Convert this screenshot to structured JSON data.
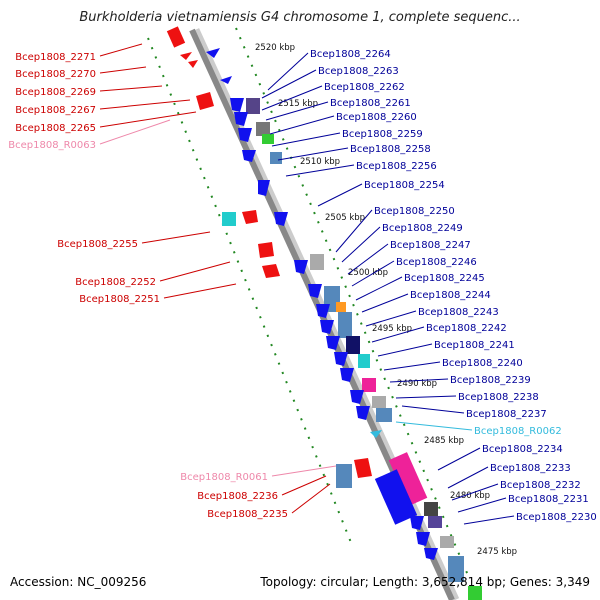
{
  "title": "Burkholderia vietnamiensis G4 chromosome 1, complete sequenc...",
  "footer": {
    "accession": "Accession: NC_009256",
    "summary": "Topology: circular; Length: 3,652,814 bp; Genes: 3,349"
  },
  "colors": {
    "forward_label": "#cc0000",
    "reverse_label": "#000099",
    "rna_forward_label": "#ee88aa",
    "rna_reverse_label": "#33bbdd",
    "backbone": "#888888",
    "tick": "#228822"
  },
  "kbp_marks": [
    "2520 kbp",
    "2515 kbp",
    "2510 kbp",
    "2505 kbp",
    "2500 kbp",
    "2495 kbp",
    "2490 kbp",
    "2485 kbp",
    "2480 kbp",
    "2475 kbp"
  ],
  "left_labels": [
    {
      "text": "Bcep1808_2271",
      "type": "cds"
    },
    {
      "text": "Bcep1808_2270",
      "type": "cds"
    },
    {
      "text": "Bcep1808_2269",
      "type": "cds"
    },
    {
      "text": "Bcep1808_2267",
      "type": "cds"
    },
    {
      "text": "Bcep1808_2265",
      "type": "cds"
    },
    {
      "text": "Bcep1808_R0063",
      "type": "rna"
    },
    {
      "text": "Bcep1808_2255",
      "type": "cds"
    },
    {
      "text": "Bcep1808_2252",
      "type": "cds"
    },
    {
      "text": "Bcep1808_2251",
      "type": "cds"
    },
    {
      "text": "Bcep1808_R0061",
      "type": "rna"
    },
    {
      "text": "Bcep1808_2236",
      "type": "cds"
    },
    {
      "text": "Bcep1808_2235",
      "type": "cds"
    }
  ],
  "right_labels": [
    {
      "text": "Bcep1808_2264",
      "type": "cds"
    },
    {
      "text": "Bcep1808_2263",
      "type": "cds"
    },
    {
      "text": "Bcep1808_2262",
      "type": "cds"
    },
    {
      "text": "Bcep1808_2261",
      "type": "cds"
    },
    {
      "text": "Bcep1808_2260",
      "type": "cds"
    },
    {
      "text": "Bcep1808_2259",
      "type": "cds"
    },
    {
      "text": "Bcep1808_2258",
      "type": "cds"
    },
    {
      "text": "Bcep1808_2256",
      "type": "cds"
    },
    {
      "text": "Bcep1808_2254",
      "type": "cds"
    },
    {
      "text": "Bcep1808_2250",
      "type": "cds"
    },
    {
      "text": "Bcep1808_2249",
      "type": "cds"
    },
    {
      "text": "Bcep1808_2247",
      "type": "cds"
    },
    {
      "text": "Bcep1808_2246",
      "type": "cds"
    },
    {
      "text": "Bcep1808_2245",
      "type": "cds"
    },
    {
      "text": "Bcep1808_2244",
      "type": "cds"
    },
    {
      "text": "Bcep1808_2243",
      "type": "cds"
    },
    {
      "text": "Bcep1808_2242",
      "type": "cds"
    },
    {
      "text": "Bcep1808_2241",
      "type": "cds"
    },
    {
      "text": "Bcep1808_2240",
      "type": "cds"
    },
    {
      "text": "Bcep1808_2239",
      "type": "cds"
    },
    {
      "text": "Bcep1808_2238",
      "type": "cds"
    },
    {
      "text": "Bcep1808_2237",
      "type": "cds"
    },
    {
      "text": "Bcep1808_R0062",
      "type": "rna"
    },
    {
      "text": "Bcep1808_2234",
      "type": "cds"
    },
    {
      "text": "Bcep1808_2233",
      "type": "cds"
    },
    {
      "text": "Bcep1808_2232",
      "type": "cds"
    },
    {
      "text": "Bcep1808_2231",
      "type": "cds"
    },
    {
      "text": "Bcep1808_2230",
      "type": "cds"
    }
  ]
}
